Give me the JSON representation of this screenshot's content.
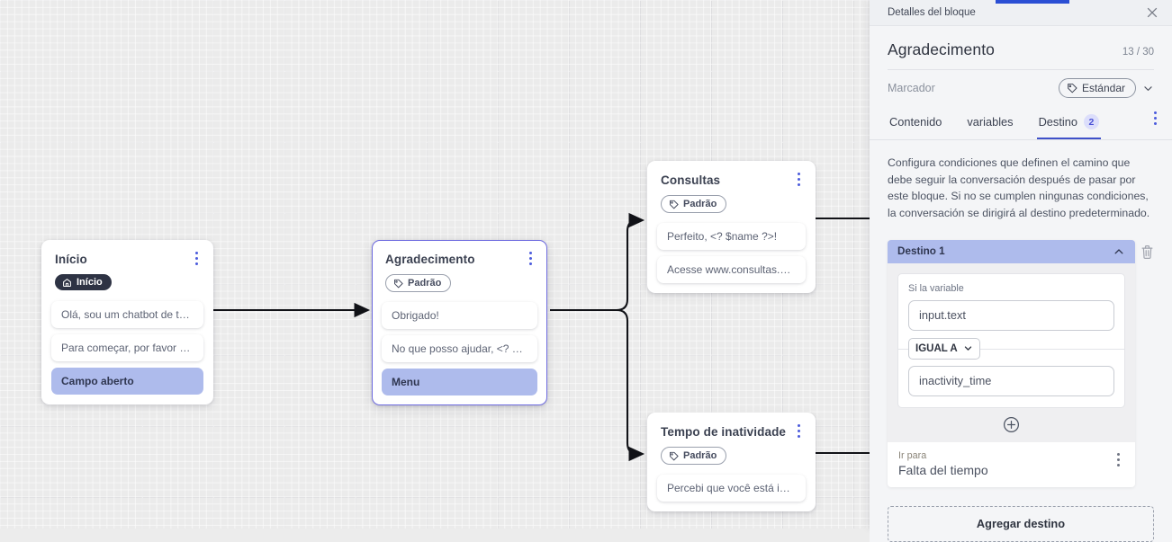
{
  "panel": {
    "topbar_title": "Detalles del bloque",
    "close_icon": "close-icon",
    "block_name": "Agradecimento",
    "counter": "13 / 30",
    "marcador_label": "Marcador",
    "marcador_value": "Estándar",
    "tabs": [
      {
        "label": "Contenido",
        "badge": "",
        "active": false
      },
      {
        "label": "variables",
        "badge": "",
        "active": false
      },
      {
        "label": "Destino",
        "badge": "2",
        "active": true
      }
    ],
    "description": "Configura condiciones que definen el camino que debe seguir la conversación después de pasar por este bloque. Si no se cumplen ningunas condiciones, la conversación se dirigirá al destino predeterminado.",
    "destination": {
      "header": "Destino 1",
      "condition_label": "Si la variable",
      "variable_value": "input.text",
      "operator": "IGUAL A",
      "compare_value": "inactivity_time",
      "add_condition_icon": "plus-circle-icon",
      "goto_label": "Ir para",
      "goto_value": "Falta del tiempo",
      "delete_icon": "trash-icon"
    },
    "add_destination_label": "Agregar destino"
  },
  "canvas": {
    "nodes": [
      {
        "id": "inicio",
        "title": "Início",
        "tag": "Início",
        "tag_style": "dark",
        "tag_icon": "home-icon",
        "selected": false,
        "chips": [
          {
            "text": "Olá, sou um chatbot de teste!",
            "active": false
          },
          {
            "text": "Para começar, por favor digite o ...",
            "active": false
          },
          {
            "text": "Campo aberto",
            "active": true
          }
        ]
      },
      {
        "id": "agradecimento",
        "title": "Agradecimento",
        "tag": "Padrão",
        "tag_style": "light",
        "tag_icon": "tag-icon",
        "selected": true,
        "chips": [
          {
            "text": "Obrigado!",
            "active": false
          },
          {
            "text": "No que posso ajudar, <? $name ...",
            "active": false
          },
          {
            "text": "Menu",
            "active": true
          }
        ]
      },
      {
        "id": "consultas",
        "title": "Consultas",
        "tag": "Padrão",
        "tag_style": "light",
        "tag_icon": "tag-icon",
        "selected": false,
        "chips": [
          {
            "text": "Perfeito, <? $name ?>!",
            "active": false
          },
          {
            "text": "Acesse www.consultas.com par...",
            "active": false
          }
        ]
      },
      {
        "id": "inatividade",
        "title": "Tempo de inatividade",
        "tag": "Padrão",
        "tag_style": "light",
        "tag_icon": "tag-icon",
        "selected": false,
        "chips": [
          {
            "text": "Percebi que você está inativo. C...",
            "active": false
          }
        ]
      }
    ]
  },
  "colors": {
    "accent": "#4b51d6",
    "selected_node_border": "#6f6ce0",
    "chip_active": "#aebbec",
    "tab_underline": "#3f51c9",
    "top_tab": "#2b4fd4"
  }
}
